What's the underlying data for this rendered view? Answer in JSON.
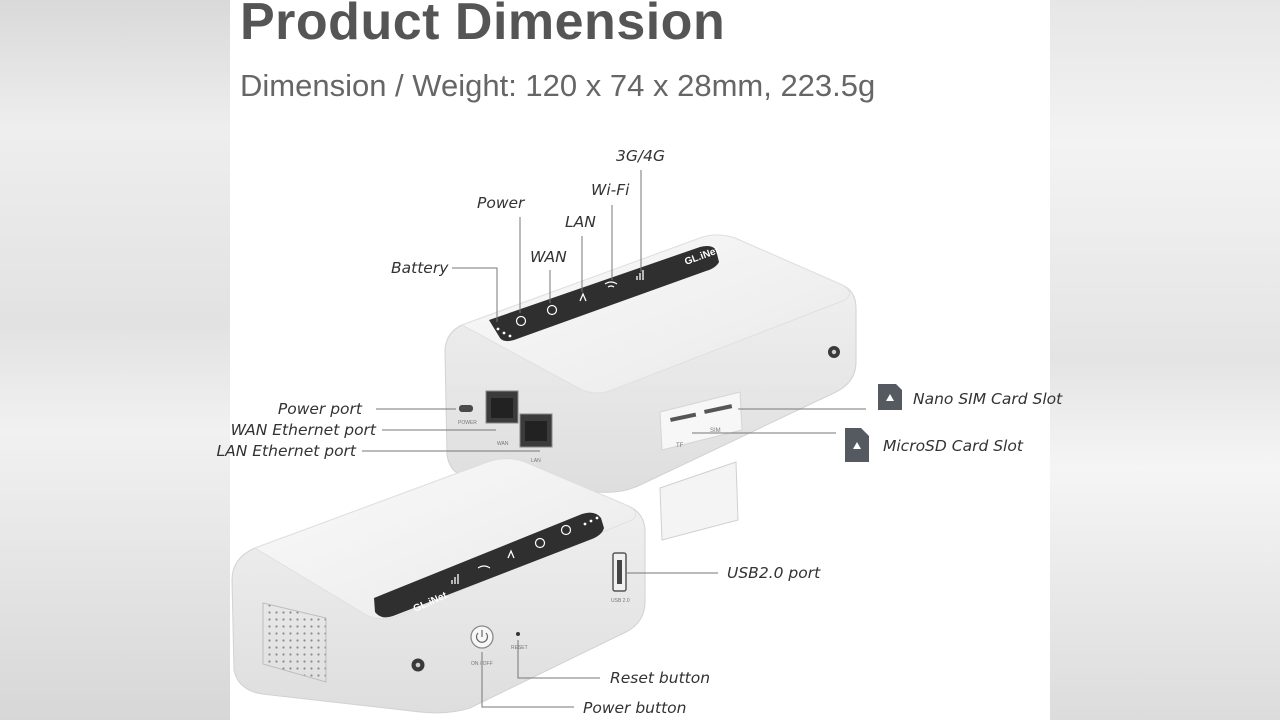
{
  "header": {
    "title": "Product Dimension",
    "subtitle": "Dimension / Weight: 120 x 74 x 28mm, 223.5g"
  },
  "callouts": {
    "three_g_four_g": "3G/4G",
    "wifi": "Wi-Fi",
    "power": "Power",
    "lan": "LAN",
    "wan": "WAN",
    "battery": "Battery",
    "power_port": "Power port",
    "wan_ethernet_port": "WAN Ethernet port",
    "lan_ethernet_port": "LAN Ethernet port",
    "nano_sim_card_slot": "Nano SIM Card Slot",
    "microsd_card_slot": "MicroSD Card Slot",
    "usb_port": "USB2.0 port",
    "reset_button": "Reset button",
    "power_button": "Power button"
  },
  "device_markings": {
    "brand_logo": "GL.iNet",
    "port_power": "POWER",
    "port_wan": "WAN",
    "port_lan": "LAN",
    "slot_tf": "TF",
    "slot_sim": "SIM",
    "usb": "USB 2.0",
    "on_off": "ON / OFF",
    "reset": "RESET"
  },
  "colors": {
    "device_body": "#f4f4f4",
    "led_panel": "#2f2f2f",
    "icon_badge": "#555a60"
  }
}
